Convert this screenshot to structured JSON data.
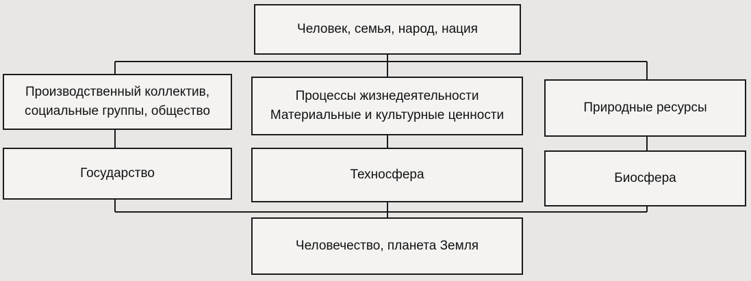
{
  "diagram": {
    "top": "Человек, семья, народ, нация",
    "row1": {
      "left": [
        "Производственный коллектив,",
        "социальные группы, общество"
      ],
      "center": [
        "Процессы жизнедеятельности",
        "Материальные и культурные ценности"
      ],
      "right": "Природные ресурсы"
    },
    "row2": {
      "left": "Государство",
      "center": "Техносфера",
      "right": "Биосфера"
    },
    "bottom": "Человечество, планета Земля"
  }
}
